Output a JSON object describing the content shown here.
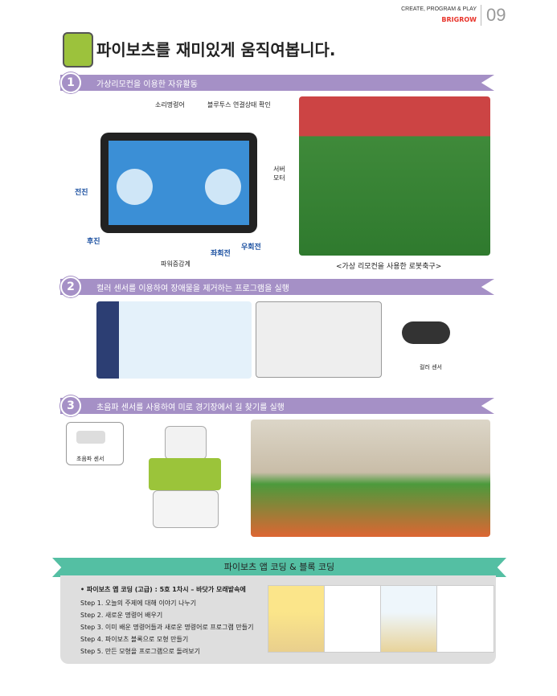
{
  "header": {
    "tagline": "CREATE, PROGRAM & PLAY",
    "brand": "BRIGROW",
    "page_number": "09"
  },
  "title": "파이보츠를 재미있게 움직여봅니다.",
  "sections": [
    {
      "number": "1",
      "heading": "가상리모컨을 이용한 자유활동",
      "labels": {
        "sound": "소리명령어",
        "bluetooth": "블루투스 연결상태 확인",
        "servo": "서버\n모터",
        "forward": "전진",
        "backward": "후진",
        "power": "파워증감계",
        "left_turn": "좌회전",
        "right_turn": "우회전"
      },
      "caption": "<가상 리모컨을 사용한 로봇축구>"
    },
    {
      "number": "2",
      "heading": "컬러 센서를 이용하여 장애물을 제거하는 프로그램을 실행",
      "caption": "컬러 센서"
    },
    {
      "number": "3",
      "heading": "초음파 센서를 사용하여 미로 경기장에서 길 찾기를 실행",
      "caption": "초음파 센서"
    }
  ],
  "coding": {
    "banner": "파이보츠 앱 코딩 & 블록 코딩",
    "lesson": "• 파이보츠 앱 코딩 (고급) : 5호 1차시 – 바닷가 모래밭속에",
    "steps": [
      "Step 1.  오늘의 주제에 대해 이야기 나누기",
      "Step 2.  새로운 명령어 배우기",
      "Step 3.  이미 배운 명령어들과 새로운 명령어로 프로그램 만들기",
      "Step 4.  파이보츠 블록으로 모형 만들기",
      "Step 5.  만든 모형을 프로그램으로 돌려보기"
    ]
  },
  "colors": {
    "section_bar": "#a590c6",
    "banner": "#54bfa3"
  }
}
